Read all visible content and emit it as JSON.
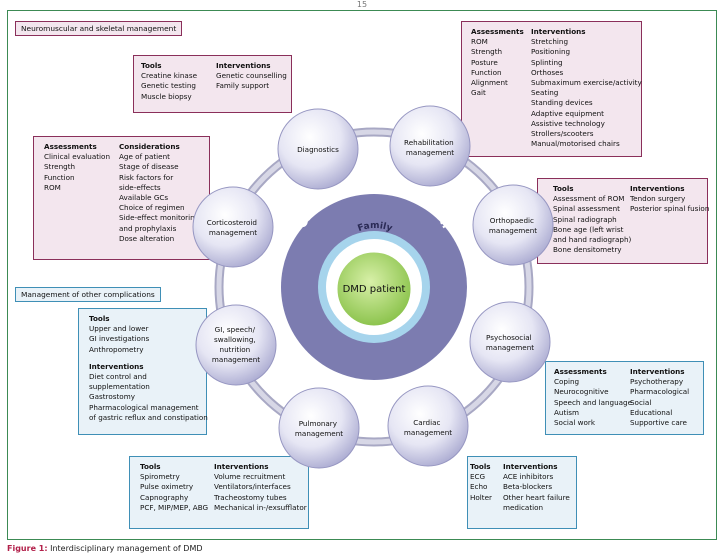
{
  "page_number": "15",
  "labels": {
    "neuromuscular": "Neuromuscular and skeletal management",
    "other": "Management of other complications"
  },
  "caption": {
    "fig": "Figure 1:",
    "text": " Interdisciplinary management of DMD"
  },
  "center": {
    "coordination": "Clinical care coordination",
    "family": "Family",
    "patient": "DMD patient"
  },
  "nodes": {
    "diagnostics": [
      "Diagnostics"
    ],
    "rehabilitation": [
      "Rehabilitation",
      "management"
    ],
    "orthopaedic": [
      "Orthopaedic",
      "management"
    ],
    "psychosocial": [
      "Psychosocial",
      "management"
    ],
    "cardiac": [
      "Cardiac",
      "management"
    ],
    "pulmonary": [
      "Pulmonary",
      "management"
    ],
    "gi": [
      "GI, speech/",
      "swallowing,",
      "nutrition",
      "management"
    ],
    "corticosteroid": [
      "Corticosteroid",
      "management"
    ]
  },
  "boxes": {
    "diagnostics": {
      "tools_title": "Tools",
      "tools": [
        "Creatine kinase",
        "Genetic testing",
        "Muscle biopsy"
      ],
      "int_title": "Interventions",
      "interventions": [
        "Genetic counselling",
        "Family support"
      ]
    },
    "rehab": {
      "a_title": "Assessments",
      "assessments": [
        "ROM",
        "Strength",
        "Posture",
        "Function",
        "Alignment",
        "Gait"
      ],
      "i_title": "Interventions",
      "interventions": [
        "Stretching",
        "Positioning",
        "Splinting",
        "Orthoses",
        "Submaximum exercise/activity",
        "Seating",
        "Standing devices",
        "Adaptive equipment",
        "Assistive technology",
        "Strollers/scooters",
        "Manual/motorised chairs"
      ]
    },
    "cortico": {
      "a_title": "Assessments",
      "assessments": [
        "Clinical evaluation",
        "Strength",
        "Function",
        "ROM"
      ],
      "c_title": "Considerations",
      "considerations": [
        "Age of patient",
        "Stage of disease",
        "Risk factors for",
        "side-effects",
        "Available GCs",
        "Choice of regimen",
        "Side-effect monitoring",
        "and prophylaxis",
        "Dose alteration"
      ]
    },
    "ortho": {
      "t_title": "Tools",
      "tools": [
        "Assessment of ROM",
        "Spinal assessment",
        "Spinal radiograph",
        "Bone age (left wrist",
        "and hand radiograph)",
        "Bone densitometry"
      ],
      "i_title": "Interventions",
      "interventions": [
        "Tendon surgery",
        "Posterior spinal fusion"
      ]
    },
    "gi": {
      "t_title": "Tools",
      "tools": [
        "Upper and lower",
        "GI investigations",
        "Anthropometry"
      ],
      "i_title": "Interventions",
      "interventions": [
        "Diet control and",
        "supplementation",
        "Gastrostomy",
        "Pharmacological management",
        "of gastric reflux and constipation"
      ]
    },
    "psycho": {
      "a_title": "Assessments",
      "assessments": [
        "Coping",
        "Neurocognitive",
        "Speech and language",
        "Autism",
        "Social work"
      ],
      "i_title": "Interventions",
      "interventions": [
        "Psychotherapy",
        "Pharmacological",
        "Social",
        "Educational",
        "Supportive care"
      ]
    },
    "pulm": {
      "t_title": "Tools",
      "tools": [
        "Spirometry",
        "Pulse oximetry",
        "Capnography",
        "PCF, MIP/MEP, ABG"
      ],
      "i_title": "Interventions",
      "interventions": [
        "Volume recruitment",
        "Ventilators/interfaces",
        "Tracheostomy tubes",
        "Mechanical in-/exsufflator"
      ]
    },
    "cardiac": {
      "t_title": "Tools",
      "tools": [
        "ECG",
        "Echo",
        "Holter"
      ],
      "i_title": "Interventions",
      "interventions": [
        "ACE inhibitors",
        "Beta-blockers",
        "Other heart failure",
        "medication"
      ]
    }
  },
  "colors": {
    "pink_border": "#8a2f5a",
    "pink_fill": "#f3e6ee",
    "blue_border": "#3f8fb6",
    "blue_fill": "#e9f2f8",
    "ring": "#7c7cb0",
    "frame": "#3c8a54"
  }
}
